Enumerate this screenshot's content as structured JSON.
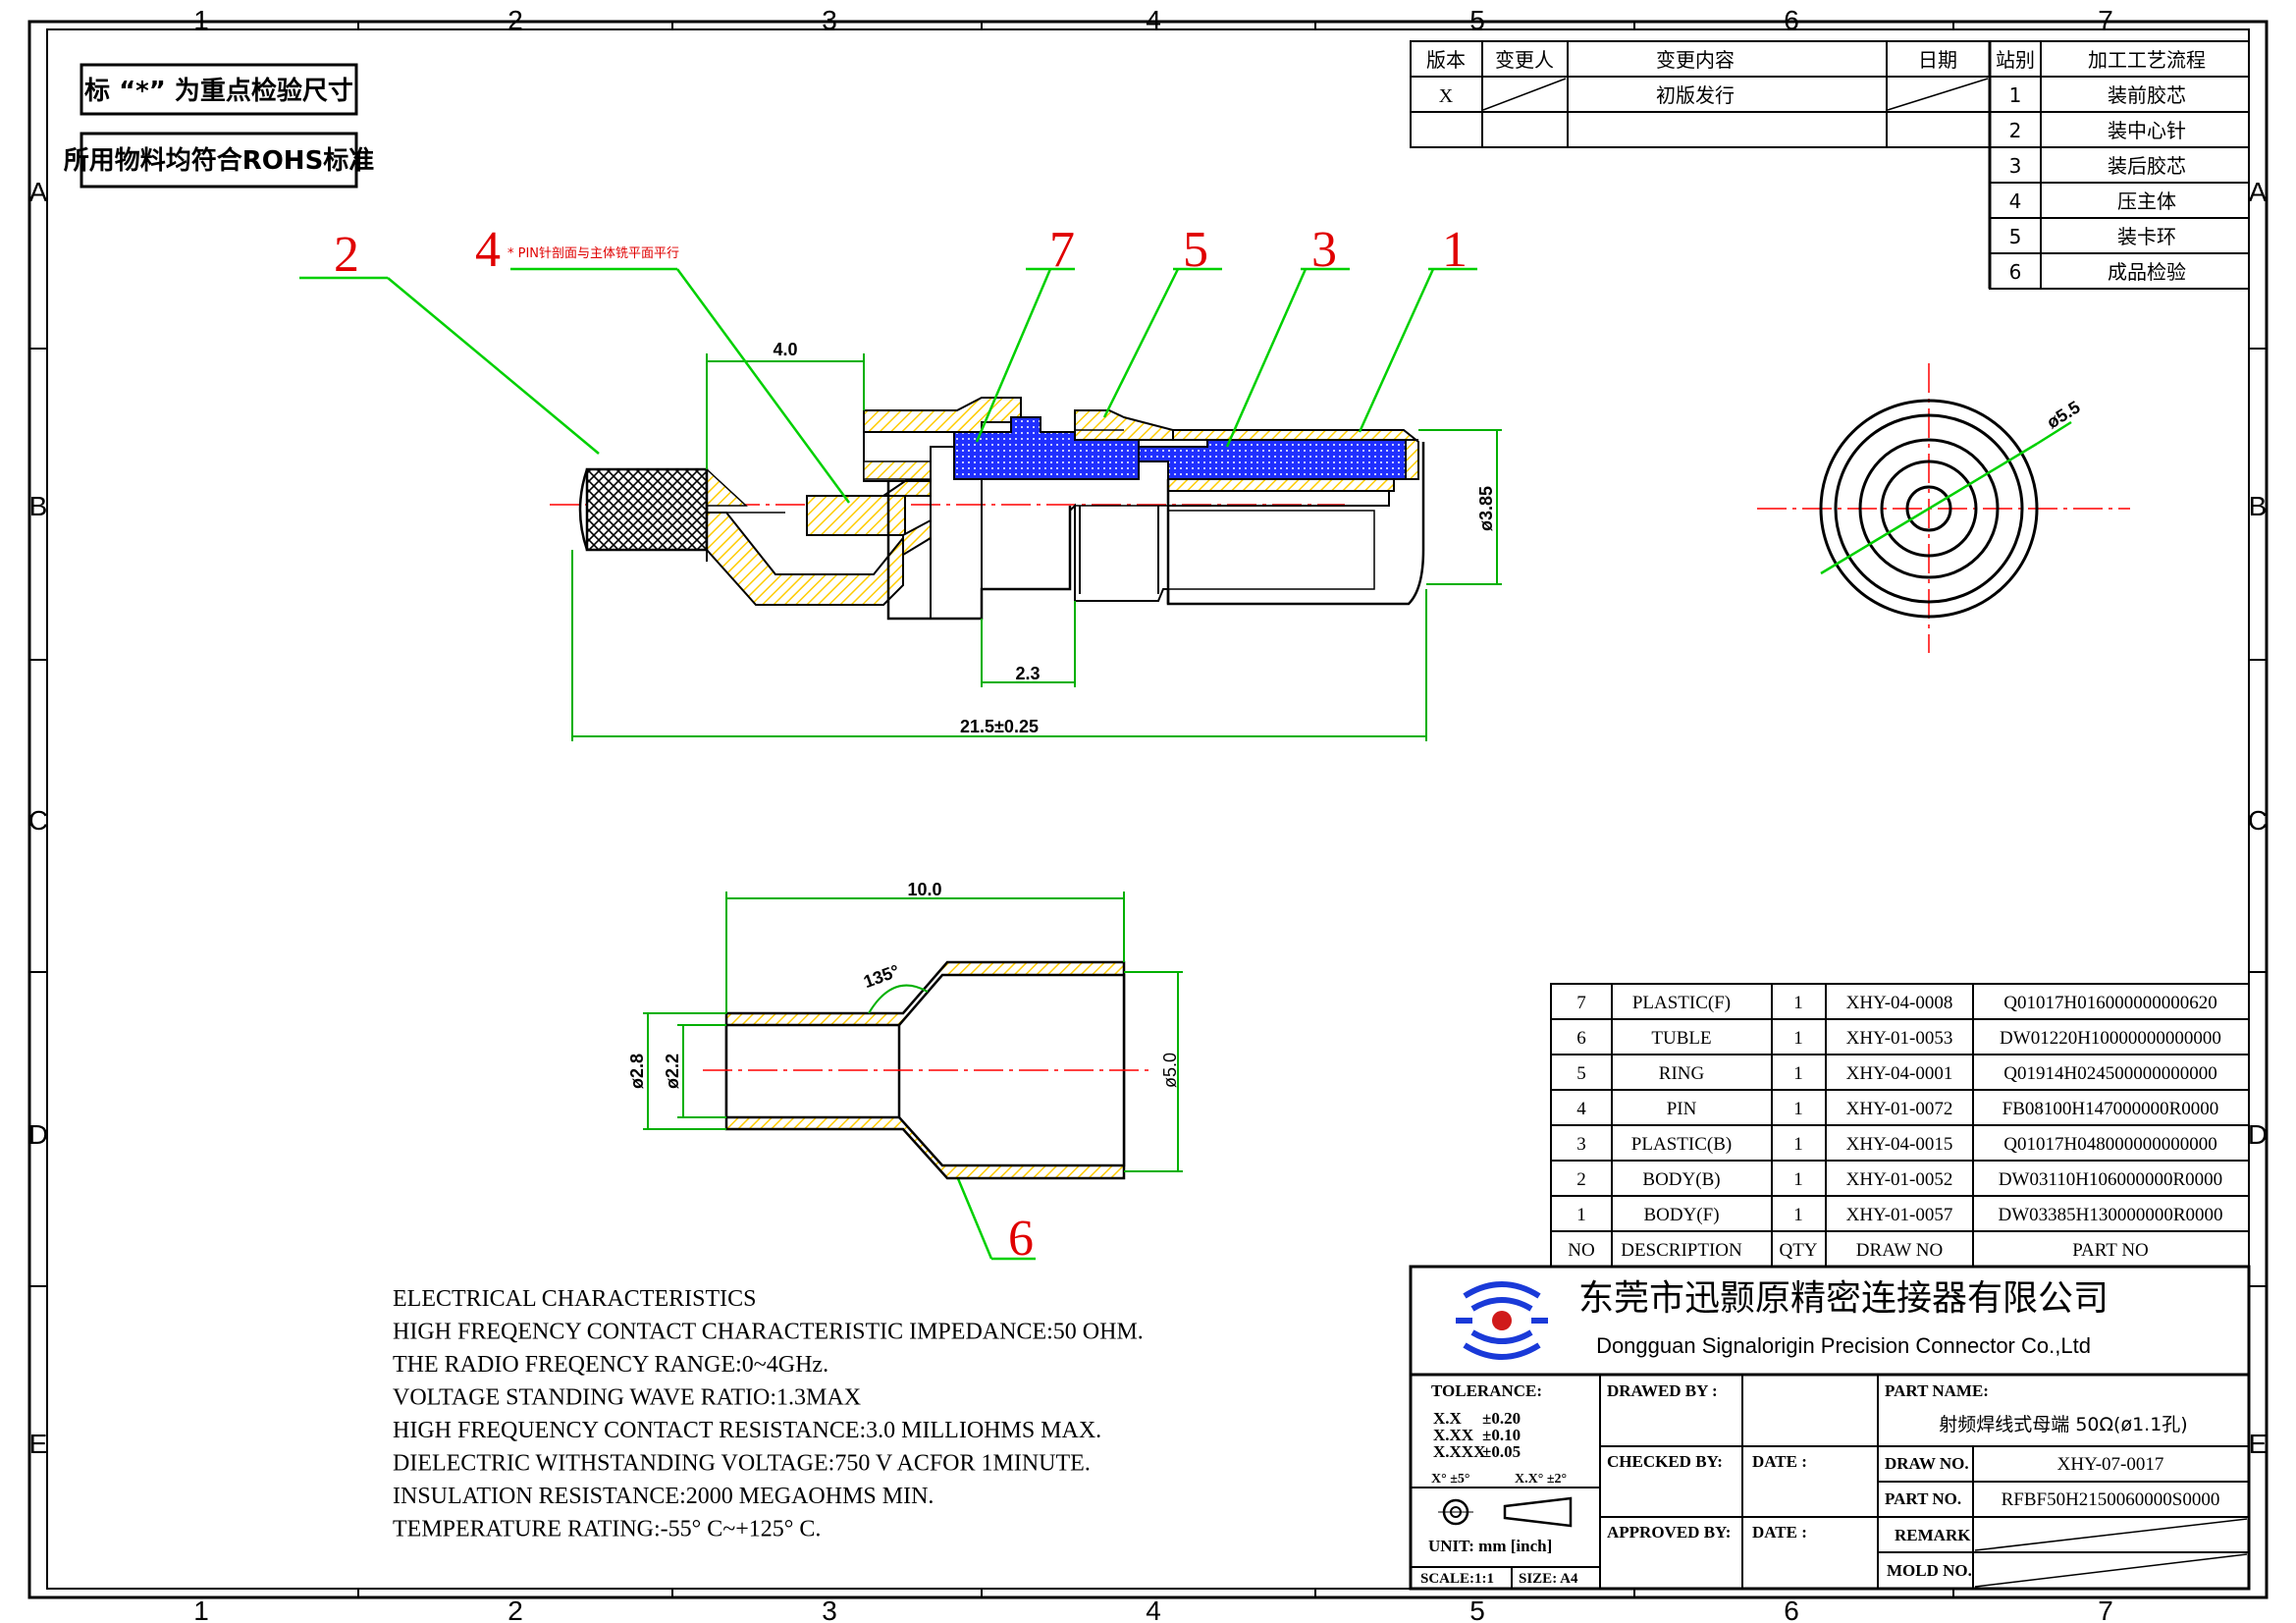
{
  "frame": {
    "cols": [
      "1",
      "2",
      "3",
      "4",
      "5",
      "6",
      "7"
    ],
    "rows": [
      "A",
      "B",
      "C",
      "D",
      "E"
    ]
  },
  "notes": {
    "key_dimension": "标 “*” 为重点检验尺寸",
    "rohs": "所用物料均符合ROHS标准"
  },
  "revision": {
    "headers": [
      "版本",
      "变更人",
      "变更内容",
      "日期"
    ],
    "rows": [
      [
        "X",
        "",
        "初版发行",
        ""
      ]
    ]
  },
  "process": {
    "headers": [
      "站别",
      "加工工艺流程"
    ],
    "rows": [
      [
        "1",
        "装前胶芯"
      ],
      [
        "2",
        "装中心针"
      ],
      [
        "3",
        "装后胶芯"
      ],
      [
        "4",
        "压主体"
      ],
      [
        "5",
        "装卡环"
      ],
      [
        "6",
        "成品检验"
      ]
    ]
  },
  "callouts": {
    "c2": "2",
    "c4": "4",
    "c4_note": "* PIN针剖面与主体铣平面平行",
    "c7": "7",
    "c5": "5",
    "c3": "3",
    "c1": "1",
    "c6": "6"
  },
  "dims": {
    "d4": "4.0",
    "d23": "2.3",
    "d215": "21.5±0.25",
    "d385": "ø3.85",
    "d55": "ø5.5",
    "d10": "10.0",
    "d135": "135°",
    "d28": "ø2.8",
    "d22": "ø2.2",
    "d50": "ø5.0"
  },
  "electrical": [
    "ELECTRICAL CHARACTERISTICS",
    "HIGH FREQENCY CONTACT CHARACTERISTIC IMPEDANCE:50 OHM.",
    "THE RADIO FREQENCY RANGE:0~4GHz.",
    "VOLTAGE STANDING WAVE RATIO:1.3MAX",
    "HIGH FREQUENCY CONTACT RESISTANCE:3.0 MILLIOHMS MAX.",
    "DIELECTRIC WITHSTANDING VOLTAGE:750 V ACFOR 1MINUTE.",
    "INSULATION RESISTANCE:2000 MEGAOHMS MIN.",
    "TEMPERATURE RATING:-55° C~+125° C."
  ],
  "bom": {
    "rows": [
      [
        "7",
        "PLASTIC(F)",
        "1",
        "XHY-04-0008",
        "Q01017H016000000000620"
      ],
      [
        "6",
        "TUBLE",
        "1",
        "XHY-01-0053",
        "DW01220H10000000000000"
      ],
      [
        "5",
        "RING",
        "1",
        "XHY-04-0001",
        "Q01914H024500000000000"
      ],
      [
        "4",
        "PIN",
        "1",
        "XHY-01-0072",
        "FB08100H147000000R0000"
      ],
      [
        "3",
        "PLASTIC(B)",
        "1",
        "XHY-04-0015",
        "Q01017H048000000000000"
      ],
      [
        "2",
        "BODY(B)",
        "1",
        "XHY-01-0052",
        "DW03110H106000000R0000"
      ],
      [
        "1",
        "BODY(F)",
        "1",
        "XHY-01-0057",
        "DW03385H130000000R0000"
      ]
    ],
    "headers": [
      "NO",
      "DESCRIPTION",
      "QTY",
      "DRAW NO",
      "PART NO"
    ]
  },
  "title_block": {
    "company_cn": "东莞市迅颢原精密连接器有限公司",
    "company_en": "Dongguan Signalorigin Precision Connector Co.,Ltd",
    "tolerance_label": "TOLERANCE:",
    "tol_xx": "X.X",
    "tol_xx_val": "±0.20",
    "tol_xxx": "X.XX",
    "tol_xxx_val": "±0.10",
    "tol_xxxx": "X.XXX",
    "tol_xxxx_val": "±0.05",
    "tol_angle": "X° ±5°",
    "tol_angle2": "X.X° ±2°",
    "unit": "UNIT: mm [inch]",
    "scale": "SCALE:1:1",
    "size": "SIZE: A4",
    "drawed_by": "DRAWED BY :",
    "checked_by": "CHECKED BY:",
    "date1": "DATE :",
    "approved_by": "APPROVED BY:",
    "date2": "DATE :",
    "part_name_label": "PART NAME:",
    "part_name": "射频焊线式母端 50Ω(ø1.1孔)",
    "draw_no_label": "DRAW NO.",
    "draw_no": "XHY-07-0017",
    "part_no_label": "PART NO.",
    "part_no": "RFBF50H2150060000S0000",
    "remark_label": "REMARK",
    "mold_no_label": "MOLD NO."
  },
  "colors": {
    "callout_line": "#00d000",
    "callout_text": "#e00000",
    "hatch_yellow": "#ffd000",
    "hatch_blue": "#1020ff",
    "centerline": "#ff0000",
    "dim": "#00b000"
  }
}
